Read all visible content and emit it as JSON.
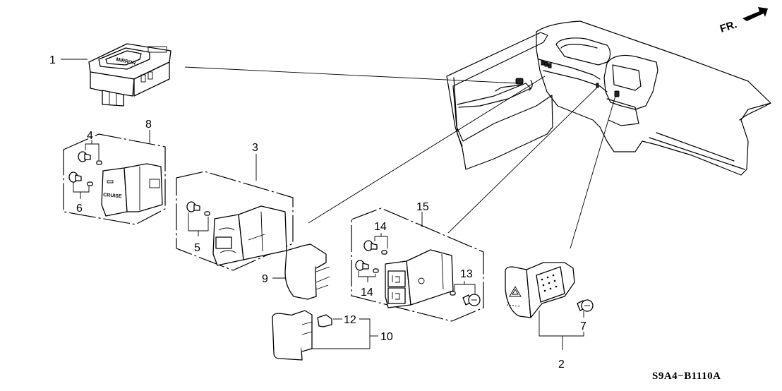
{
  "diagram": {
    "title": "Switch assembly parts diagram",
    "reference_code": "S9A4−B1110A",
    "orientation_label": "FR.",
    "orientation_icon": "front-arrow-icon",
    "callouts": [
      {
        "id": "1",
        "label": "1"
      },
      {
        "id": "2",
        "label": "2"
      },
      {
        "id": "3",
        "label": "3"
      },
      {
        "id": "4",
        "label": "4"
      },
      {
        "id": "5",
        "label": "5"
      },
      {
        "id": "6",
        "label": "6"
      },
      {
        "id": "7",
        "label": "7"
      },
      {
        "id": "8",
        "label": "8"
      },
      {
        "id": "9",
        "label": "9"
      },
      {
        "id": "10",
        "label": "10"
      },
      {
        "id": "12",
        "label": "12"
      },
      {
        "id": "13",
        "label": "13"
      },
      {
        "id": "14a",
        "label": "14"
      },
      {
        "id": "14b",
        "label": "14"
      },
      {
        "id": "15",
        "label": "15"
      }
    ],
    "part_markings": {
      "mirror_switch": "MIRROR",
      "cruise_switch": "CRUISE"
    }
  }
}
